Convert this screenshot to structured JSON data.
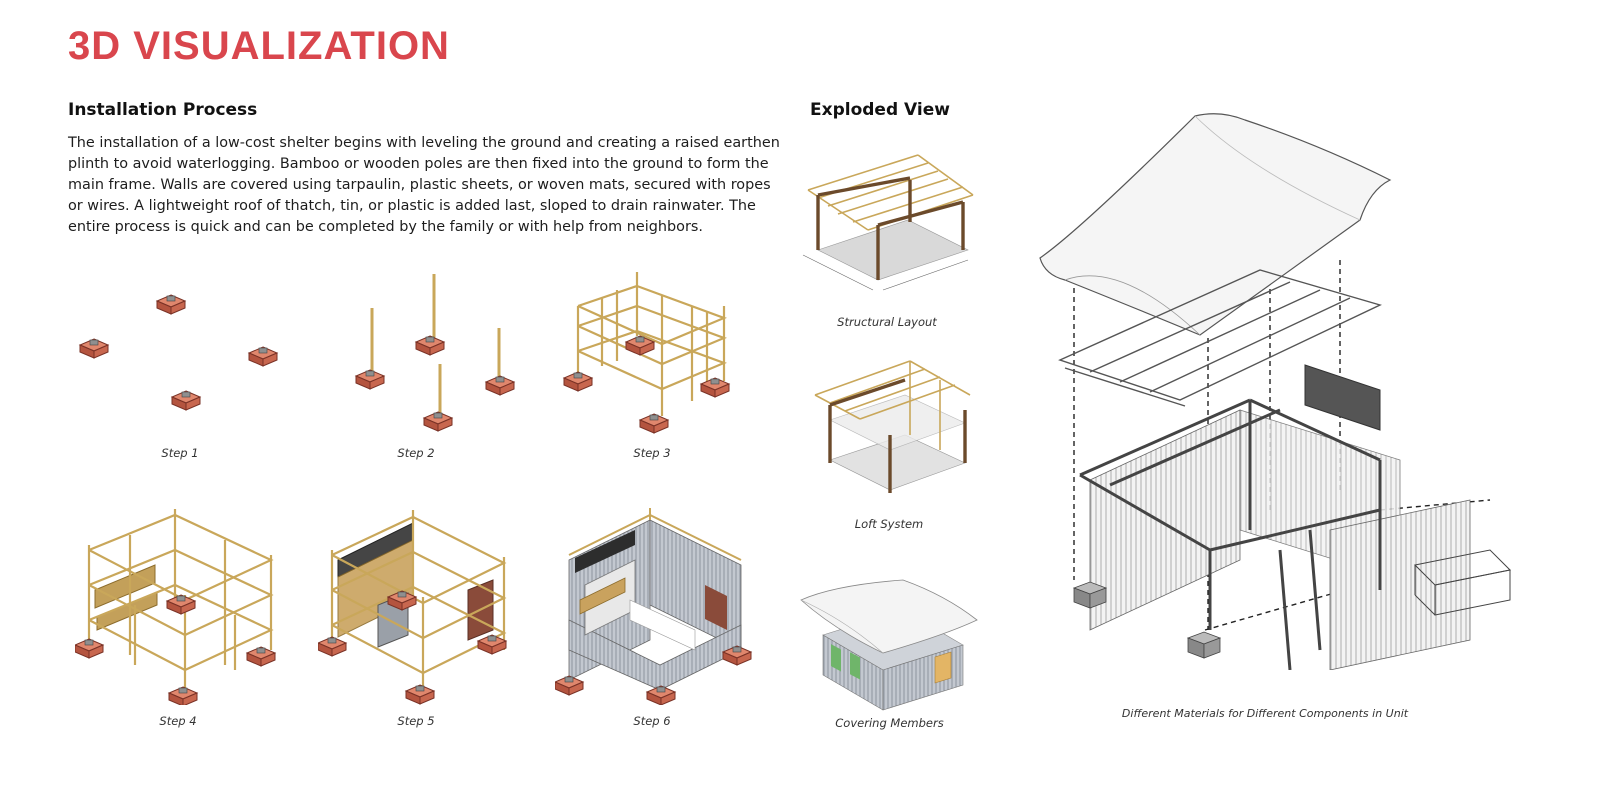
{
  "page": {
    "title": "3D VISUALIZATION",
    "accent_color": "#d9464d"
  },
  "installation": {
    "heading": "Installation Process",
    "description": "The installation of a low-cost shelter begins with leveling the ground and creating a raised earthen plinth to avoid waterlogging. Bamboo or wooden poles are then fixed into the ground to form the main frame. Walls are covered using tarpaulin, plastic sheets, or woven mats, secured with ropes or wires. A lightweight roof of thatch, tin, or plastic is added last, sloped to drain rainwater. The entire process is quick and can be completed by the family or with help from neighbors.",
    "steps": [
      {
        "label": "Step 1"
      },
      {
        "label": "Step 2"
      },
      {
        "label": "Step 3"
      },
      {
        "label": "Step 4"
      },
      {
        "label": "Step 5"
      },
      {
        "label": "Step 6"
      }
    ]
  },
  "exploded": {
    "heading": "Exploded View",
    "views": [
      {
        "label": "Structural Layout"
      },
      {
        "label": "Loft System"
      },
      {
        "label": "Covering Members"
      }
    ],
    "main_caption": "Different Materials for Different Components in Unit"
  },
  "colors": {
    "bamboo": "#c9a75a",
    "plinth": "#c8674f",
    "metal_sheet": "#b9bfc9",
    "roof": "#f2f2f2",
    "line_drawing": "#555555"
  }
}
